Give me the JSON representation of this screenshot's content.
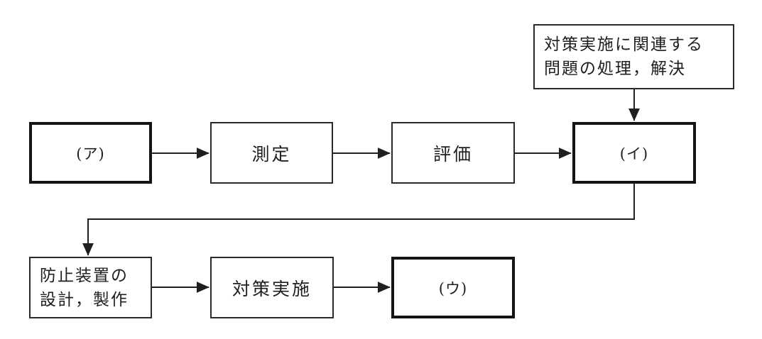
{
  "colors": {
    "ink": "#1f1f1f",
    "background": "#ffffff"
  },
  "note_box": {
    "lines": [
      "対策実施に関連する",
      "問題の処理，解決"
    ]
  },
  "flow_row1": [
    {
      "id": "blank-a",
      "label": "(ア)",
      "emphasized": true
    },
    {
      "id": "measurement",
      "label": "測定",
      "emphasized": false
    },
    {
      "id": "evaluation",
      "label": "評価",
      "emphasized": false
    },
    {
      "id": "blank-i",
      "label": "(イ)",
      "emphasized": true
    }
  ],
  "flow_row2": [
    {
      "id": "prevention-device-design",
      "lines": [
        "防止装置の",
        "設計，製作"
      ],
      "emphasized": false
    },
    {
      "id": "countermeasure-implementation",
      "label": "対策実施",
      "emphasized": false
    },
    {
      "id": "blank-u",
      "label": "(ウ)",
      "emphasized": true
    }
  ]
}
